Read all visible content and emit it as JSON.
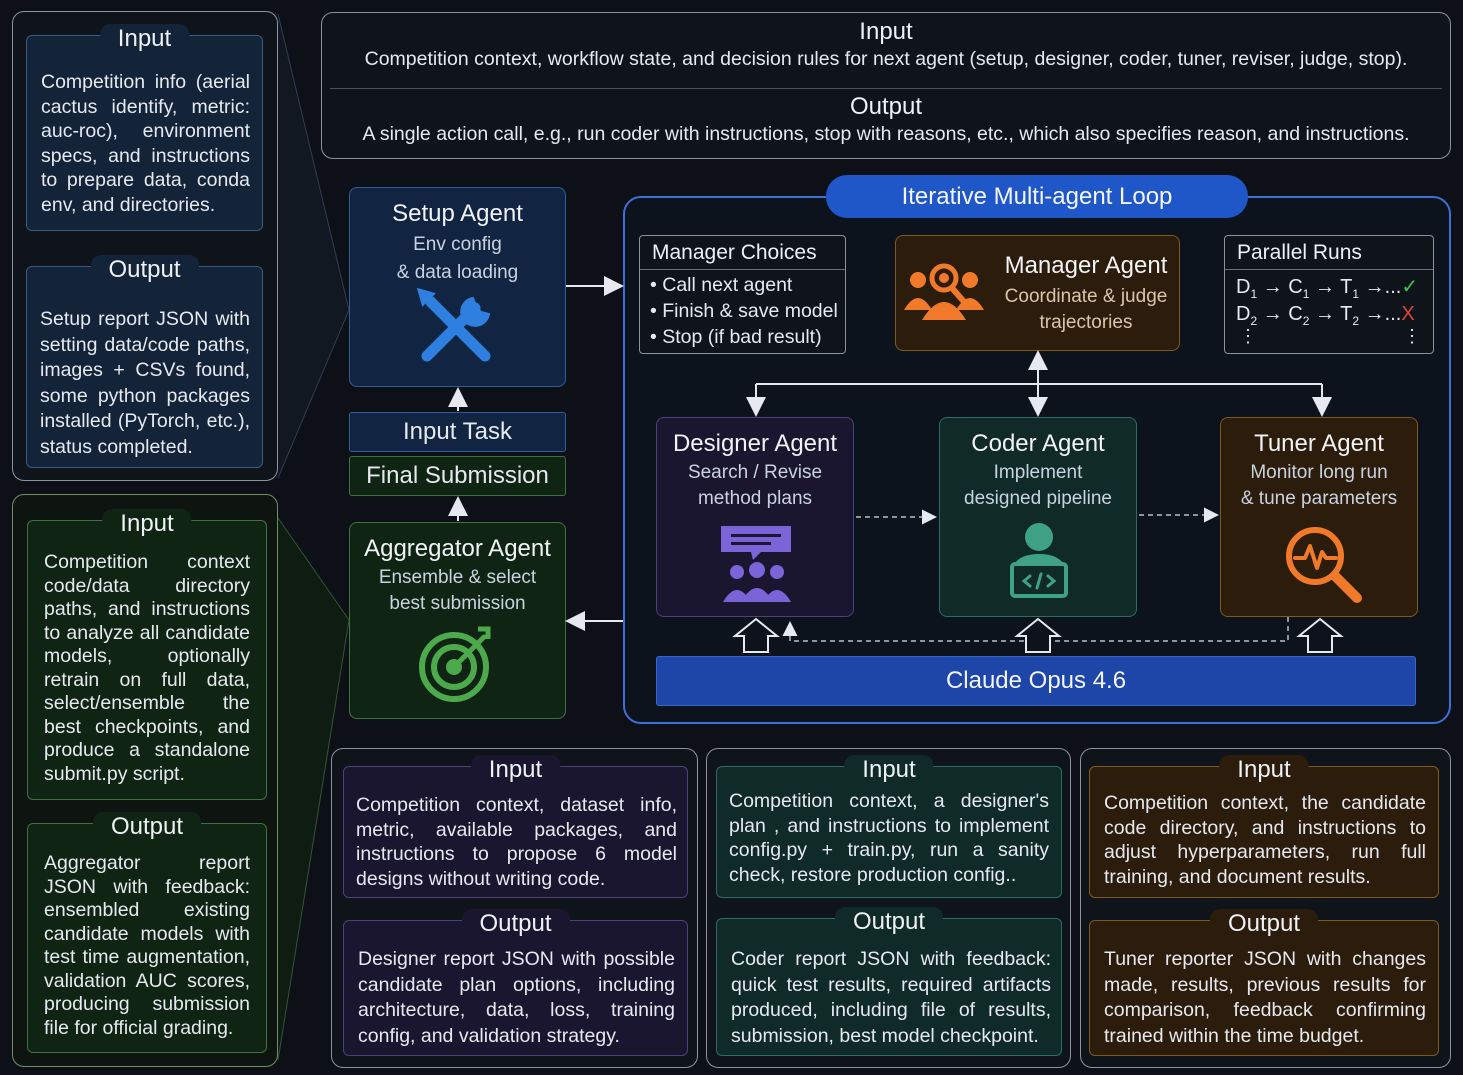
{
  "top": {
    "input_title": "Input",
    "input_text": "Competition context, workflow state, and decision rules for next agent (setup, designer, coder, tuner, reviser, judge, stop).",
    "output_title": "Output",
    "output_text": "A single action call, e.g., run coder with instructions, stop with reasons, etc., which also specifies reason, and instructions."
  },
  "setup_io": {
    "input_title": "Input",
    "input_text": "Competition info (aerial cactus identify, metric: auc-roc), environment specs, and instructions to prepare data, conda env, and directories.",
    "output_title": "Output",
    "output_text": "Setup report JSON with setting data/code paths, images + CSVs found, some python packages installed (PyTorch, etc.), status completed."
  },
  "aggregator_io": {
    "input_title": "Input",
    "input_text": "Competition context code/data directory paths, and instructions to analyze all candidate models, optionally retrain on full data, select/ensemble the best checkpoints, and produce a standalone submit.py script.",
    "output_title": "Output",
    "output_text": "Aggregator report JSON with feedback: ensembled existing candidate models with test time augmentation, validation AUC scores, producing submission file for official grading."
  },
  "setup_agent": {
    "name": "Setup Agent",
    "sub1": "Env config",
    "sub2": "& data loading"
  },
  "input_task": "Input Task",
  "final_submission": "Final Submission",
  "aggregator_agent": {
    "name": "Aggregator Agent",
    "sub1": "Ensemble & select",
    "sub2": "best submission"
  },
  "loop": {
    "title": "Iterative Multi-agent Loop",
    "manager_choices": {
      "header": "Manager Choices",
      "items": [
        "• Call next agent",
        "• Finish & save model",
        "• Stop (if bad result)"
      ]
    },
    "manager_agent": {
      "name": "Manager Agent",
      "sub1": "Coordinate & judge",
      "sub2": "trajectories"
    },
    "parallel_runs": {
      "header": "Parallel Runs",
      "run1": {
        "d": "D",
        "c": "C",
        "t": "T",
        "sub": "1",
        "end": "→...",
        "mark": "✓"
      },
      "run2": {
        "d": "D",
        "c": "C",
        "t": "T",
        "sub": "2",
        "end": "→...",
        "mark": "X"
      },
      "arrow": "→",
      "ellipsis": "⋮"
    },
    "designer": {
      "name": "Designer Agent",
      "sub1": "Search / Revise",
      "sub2": "method plans"
    },
    "coder": {
      "name": "Coder Agent",
      "sub1": "Implement",
      "sub2": "designed pipeline"
    },
    "tuner": {
      "name": "Tuner Agent",
      "sub1": "Monitor long run",
      "sub2": "& tune parameters"
    },
    "model": "Claude Opus 4.6"
  },
  "designer_io": {
    "input_title": "Input",
    "input_text": "Competition context, dataset info, metric, available packages, and instructions to propose 6 model designs without writing code.",
    "output_title": "Output",
    "output_text": "Designer report JSON with possible candidate plan options, including architecture, data, loss, training config, and validation strategy."
  },
  "coder_io": {
    "input_title": "Input",
    "input_text": "Competition context, a designer's plan , and instructions to implement config.py + train.py, run a sanity check, restore production config..",
    "output_title": "Output",
    "output_text": "Coder report JSON with feedback: quick test results, required artifacts produced, including file of results, submission, best model checkpoint."
  },
  "tuner_io": {
    "input_title": "Input",
    "input_text": "Competition context, the candidate code directory, and instructions to adjust hyperparameters, run full training, and document results.",
    "output_title": "Output",
    "output_text": "Tuner reporter JSON with changes made, results, previous results for comparison, feedback confirming trained within the time budget."
  },
  "colors": {
    "background": "#0d1117",
    "loop_border": "#3d6fd6",
    "loop_title_bg": "#1f56c8",
    "claude_bar": "#1d46a8",
    "designer_icon": "#7b63d8",
    "coder_icon": "#3fa186",
    "tuner_icon": "#f07a2a",
    "manager_icon": "#f07a2a",
    "setup_icon": "#2f7fe0",
    "aggregator_icon": "#4caa4c",
    "check": "#45c04f",
    "cross": "#e2443a"
  }
}
